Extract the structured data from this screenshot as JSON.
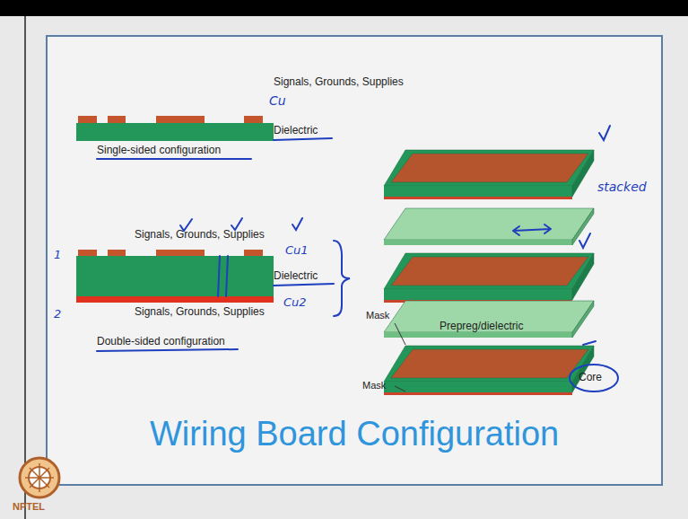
{
  "diagram": {
    "title": "Wiring Board Configuration",
    "labels": [
      "Signals, Grounds, Supplies",
      "Cu",
      "Dielectric",
      "Single-sided configuration",
      "Signals, Grounds, Supplies",
      "1",
      "Cu1",
      "Dielectric",
      "Cu2",
      "2",
      "Signals, Grounds, Supplies",
      "Double-sided configuration",
      "stacked",
      "Prepreg/dielectric",
      "Mask",
      "Mask",
      "Core",
      "NPTEL"
    ]
  }
}
